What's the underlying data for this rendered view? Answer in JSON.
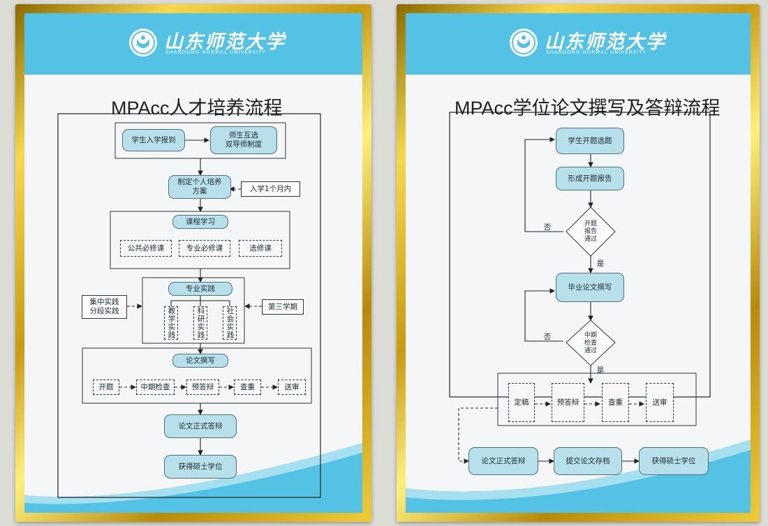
{
  "university": {
    "name_cn": "山东师范大学",
    "name_en": "SHANDONG NORMAL UNIVERSITY",
    "logo_icon": "university-seal-icon"
  },
  "colors": {
    "banner": "#53c2e4",
    "box_fill": "#b8e0eb",
    "frame_gold": "#d7b125"
  },
  "left_poster": {
    "title": "MPAcc人才培养流程",
    "nodes": {
      "enroll": "学生入学报到",
      "mutual_select": "师生互选\n双导师制度",
      "plan": "制定个人培养\n方案",
      "plan_note": "入学1个月内",
      "course_study": "课程学习",
      "public_req": "公共必修课",
      "major_req": "专业必修课",
      "elective": "选修课",
      "practice": "专业实践",
      "practice_mode": "集中实践\n分段实践",
      "practice_term": "第三学期",
      "teaching_practice": "教学实践",
      "research_practice": "科研实践",
      "social_practice": "社会实践",
      "thesis_writing": "论文撰写",
      "proposal": "开题",
      "midterm": "中期检查",
      "pre_defense": "预答辩",
      "plagiarism_check": "查重",
      "review": "送审",
      "formal_defense": "论文正式答辩",
      "degree": "获得硕士学位"
    }
  },
  "right_poster": {
    "title": "MPAcc学位论文撰写及答辩流程",
    "nodes": {
      "topic_select": "学生开题选题",
      "proposal_report": "形成开题报告",
      "proposal_pass": "开题\n报告\n通过",
      "no_1": "否",
      "yes_1": "是",
      "thesis_writing": "毕业论文撰写",
      "midterm_pass": "中期\n检查\n通过",
      "no_2": "否",
      "yes_2": "是",
      "finalize": "定稿",
      "pre_defense": "预答辩",
      "plagiarism_check": "查重",
      "review": "送审",
      "formal_defense": "论文正式答辩",
      "archive": "提交论文存档",
      "degree": "获得硕士学位"
    }
  }
}
